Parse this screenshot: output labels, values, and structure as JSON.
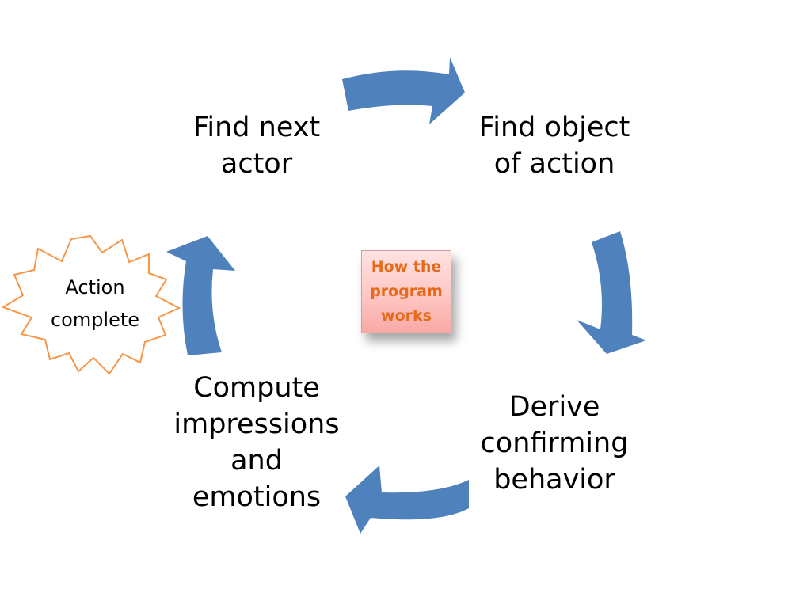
{
  "diagram": {
    "nodes": {
      "find_next_actor": "Find next\nactor",
      "find_object": "Find object\nof action",
      "derive": "Derive\nconfirming\nbehavior",
      "compute": "Compute\nimpressions\nand\nemotions"
    },
    "center_label": "How the\nprogram\nworks",
    "burst_label": "Action\ncomplete",
    "colors": {
      "arrow": "#4f81bd",
      "burst_stroke": "#f79646",
      "center_text": "#e46b1c",
      "center_fill": "#ffc7c4"
    }
  }
}
